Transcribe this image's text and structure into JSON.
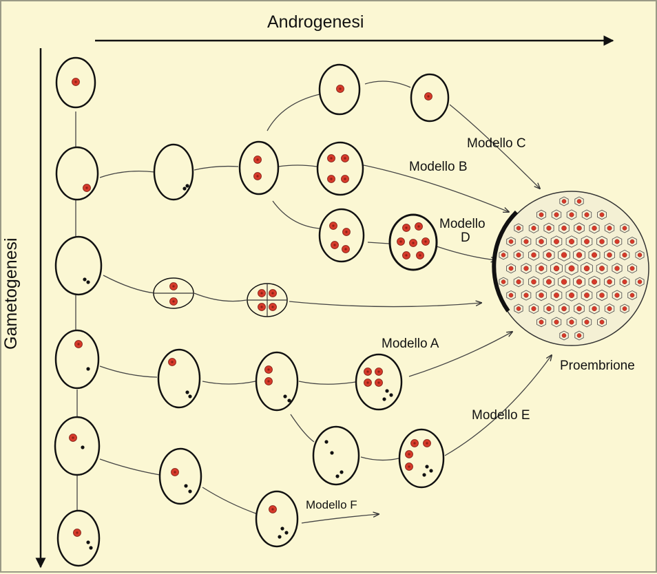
{
  "labels": {
    "androgenesi": "Androgenesi",
    "gametogenesi": "Gametogenesi",
    "modello_a": "Modello A",
    "modello_b": "Modello B",
    "modello_c": "Modello C",
    "modello_d_line1": "Modello",
    "modello_d_line2": "D",
    "modello_e": "Modello E",
    "modello_f": "Modello F",
    "proembrione": "Proembrione"
  },
  "colors": {
    "background": "#fbf7d3",
    "nucleus": "#d63a2a",
    "outline": "#111111"
  }
}
